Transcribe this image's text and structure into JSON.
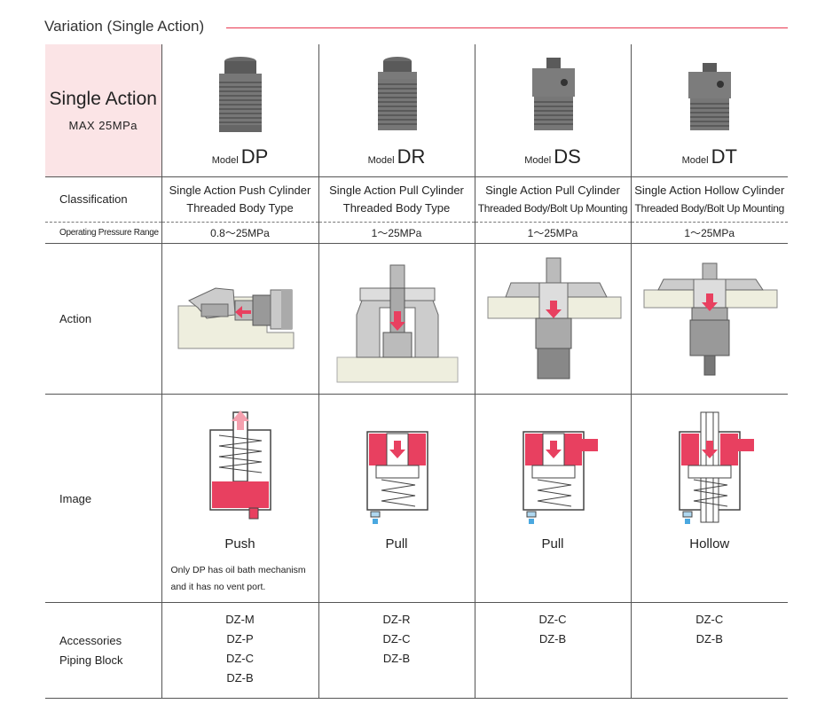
{
  "heading": "Variation (Single Action)",
  "header": {
    "title": "Single Action",
    "max": "MAX 25MPa",
    "model_prefix": "Model",
    "models": [
      "DP",
      "DR",
      "DS",
      "DT"
    ]
  },
  "labels": {
    "classification": "Classification",
    "pressure": "Operating Pressure Range",
    "action": "Action",
    "image": "Image",
    "accessories_1": "Accessories",
    "accessories_2": "Piping Block"
  },
  "classification": [
    {
      "line1": "Single Action Push Cylinder",
      "line2": "Threaded Body Type"
    },
    {
      "line1": "Single Action Pull Cylinder",
      "line2": "Threaded Body Type"
    },
    {
      "line1": "Single Action Pull Cylinder",
      "line2": "Threaded Body/Bolt Up Mounting"
    },
    {
      "line1": "Single Action Hollow Cylinder",
      "line2": "Threaded Body/Bolt Up Mounting"
    }
  ],
  "pressure": [
    "0.8〜25MPa",
    "1〜25MPa",
    "1〜25MPa",
    "1〜25MPa"
  ],
  "image_labels": [
    "Push",
    "Pull",
    "Pull",
    "Hollow"
  ],
  "dp_note_1": "Only DP has oil bath mechanism",
  "dp_note_2": "and it has no vent port.",
  "accessories": [
    [
      "DZ-M",
      "DZ-P",
      "DZ-C",
      "DZ-B"
    ],
    [
      "DZ-R",
      "DZ-C",
      "DZ-B"
    ],
    [
      "DZ-C",
      "DZ-B"
    ],
    [
      "DZ-C",
      "DZ-B"
    ]
  ],
  "colors": {
    "accent": "#e8384f",
    "label_bg": "#fbe4e6",
    "fluid": "#e84060"
  }
}
